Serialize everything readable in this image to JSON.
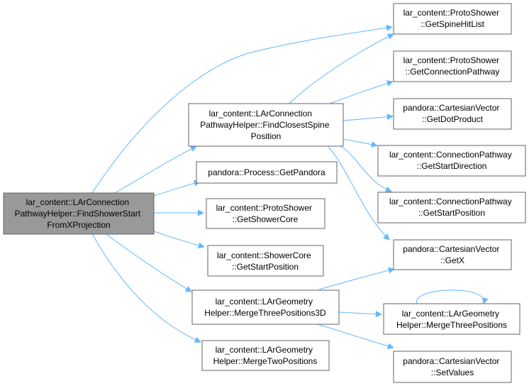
{
  "colors": {
    "edge": "#63b8ff",
    "node_border": "#666666",
    "node_fill": "#ffffff",
    "root_fill": "#999999",
    "text": "#000000"
  },
  "nodes": {
    "root": [
      "lar_content::LArConnection",
      "PathwayHelper::FindShowerStart",
      "FromXProjection"
    ],
    "find_closest_spine": [
      "lar_content::LArConnection",
      "PathwayHelper::FindClosestSpine",
      "Position"
    ],
    "get_pandora": [
      "pandora::Process::GetPandora"
    ],
    "get_shower_core": [
      "lar_content::ProtoShower",
      "::GetShowerCore"
    ],
    "get_start_position_core": [
      "lar_content::ShowerCore",
      "::GetStartPosition"
    ],
    "merge_three_positions_3d": [
      "lar_content::LArGeometry",
      "Helper::MergeThreePositions3D"
    ],
    "merge_two_positions": [
      "lar_content::LArGeometry",
      "Helper::MergeTwoPositions"
    ],
    "get_spine_hit_list": [
      "lar_content::ProtoShower",
      "::GetSpineHitList"
    ],
    "get_connection_pathway": [
      "lar_content::ProtoShower",
      "::GetConnectionPathway"
    ],
    "get_dot_product": [
      "pandora::CartesianVector",
      "::GetDotProduct"
    ],
    "get_start_direction": [
      "lar_content::ConnectionPathway",
      "::GetStartDirection"
    ],
    "get_start_position_pathway": [
      "lar_content::ConnectionPathway",
      "::GetStartPosition"
    ],
    "get_x": [
      "pandora::CartesianVector",
      "::GetX"
    ],
    "merge_three_positions": [
      "lar_content::LArGeometry",
      "Helper::MergeThreePositions"
    ],
    "set_values": [
      "pandora::CartesianVector",
      "::SetValues"
    ]
  }
}
